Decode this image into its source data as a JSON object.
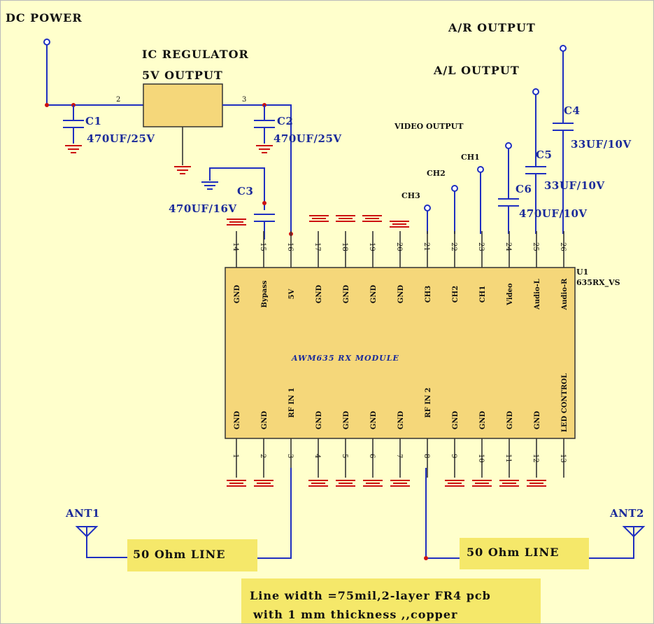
{
  "labels": {
    "dc_power": "DC POWER",
    "ic_regulator": "IC REGULATOR",
    "v5_output": "5V OUTPUT",
    "ar_output": "A/R OUTPUT",
    "al_output": "A/L OUTPUT",
    "video_output": "VIDEO OUTPUT",
    "ch1": "CH1",
    "ch2": "CH2",
    "ch3": "CH3",
    "reg_pin_in": "2",
    "reg_pin_out": "3",
    "module_name": "AWM635 RX MODULE",
    "ref_u1": "U1",
    "ref_part": "635RX_VS",
    "ant1": "ANT1",
    "ant2": "ANT2",
    "line1": "50 Ohm LINE",
    "line2": "50 Ohm LINE",
    "note_line1": "Line width =75mil,2-layer FR4 pcb",
    "note_line2": "with 1 mm thickness ,,copper"
  },
  "capacitors": [
    {
      "ref": "C1",
      "value": "470UF/25V"
    },
    {
      "ref": "C2",
      "value": "470UF/25V"
    },
    {
      "ref": "C3",
      "value": "470UF/16V"
    },
    {
      "ref": "C4",
      "value": "33UF/10V"
    },
    {
      "ref": "C5",
      "value": "33UF/10V"
    },
    {
      "ref": "C6",
      "value": "470UF/10V"
    }
  ],
  "top_pins": [
    {
      "num": "14",
      "name": "GND"
    },
    {
      "num": "15",
      "name": "Bypass"
    },
    {
      "num": "16",
      "name": "5V"
    },
    {
      "num": "17",
      "name": "GND"
    },
    {
      "num": "18",
      "name": "GND"
    },
    {
      "num": "19",
      "name": "GND"
    },
    {
      "num": "20",
      "name": "GND"
    },
    {
      "num": "21",
      "name": "CH3"
    },
    {
      "num": "22",
      "name": "CH2"
    },
    {
      "num": "23",
      "name": "CH1"
    },
    {
      "num": "24",
      "name": "Video"
    },
    {
      "num": "25",
      "name": "Audio-L"
    },
    {
      "num": "26",
      "name": "Audio-R"
    }
  ],
  "bottom_pins": [
    {
      "num": "1",
      "name": "GND"
    },
    {
      "num": "2",
      "name": "GND"
    },
    {
      "num": "3",
      "name": "RF IN 1"
    },
    {
      "num": "4",
      "name": "GND"
    },
    {
      "num": "5",
      "name": "GND"
    },
    {
      "num": "6",
      "name": "GND"
    },
    {
      "num": "7",
      "name": "GND"
    },
    {
      "num": "8",
      "name": "RF IN 2"
    },
    {
      "num": "9",
      "name": "GND"
    },
    {
      "num": "10",
      "name": "GND"
    },
    {
      "num": "11",
      "name": "GND"
    },
    {
      "num": "12",
      "name": "GND"
    },
    {
      "num": "13",
      "name": "LED CONTROL"
    }
  ]
}
